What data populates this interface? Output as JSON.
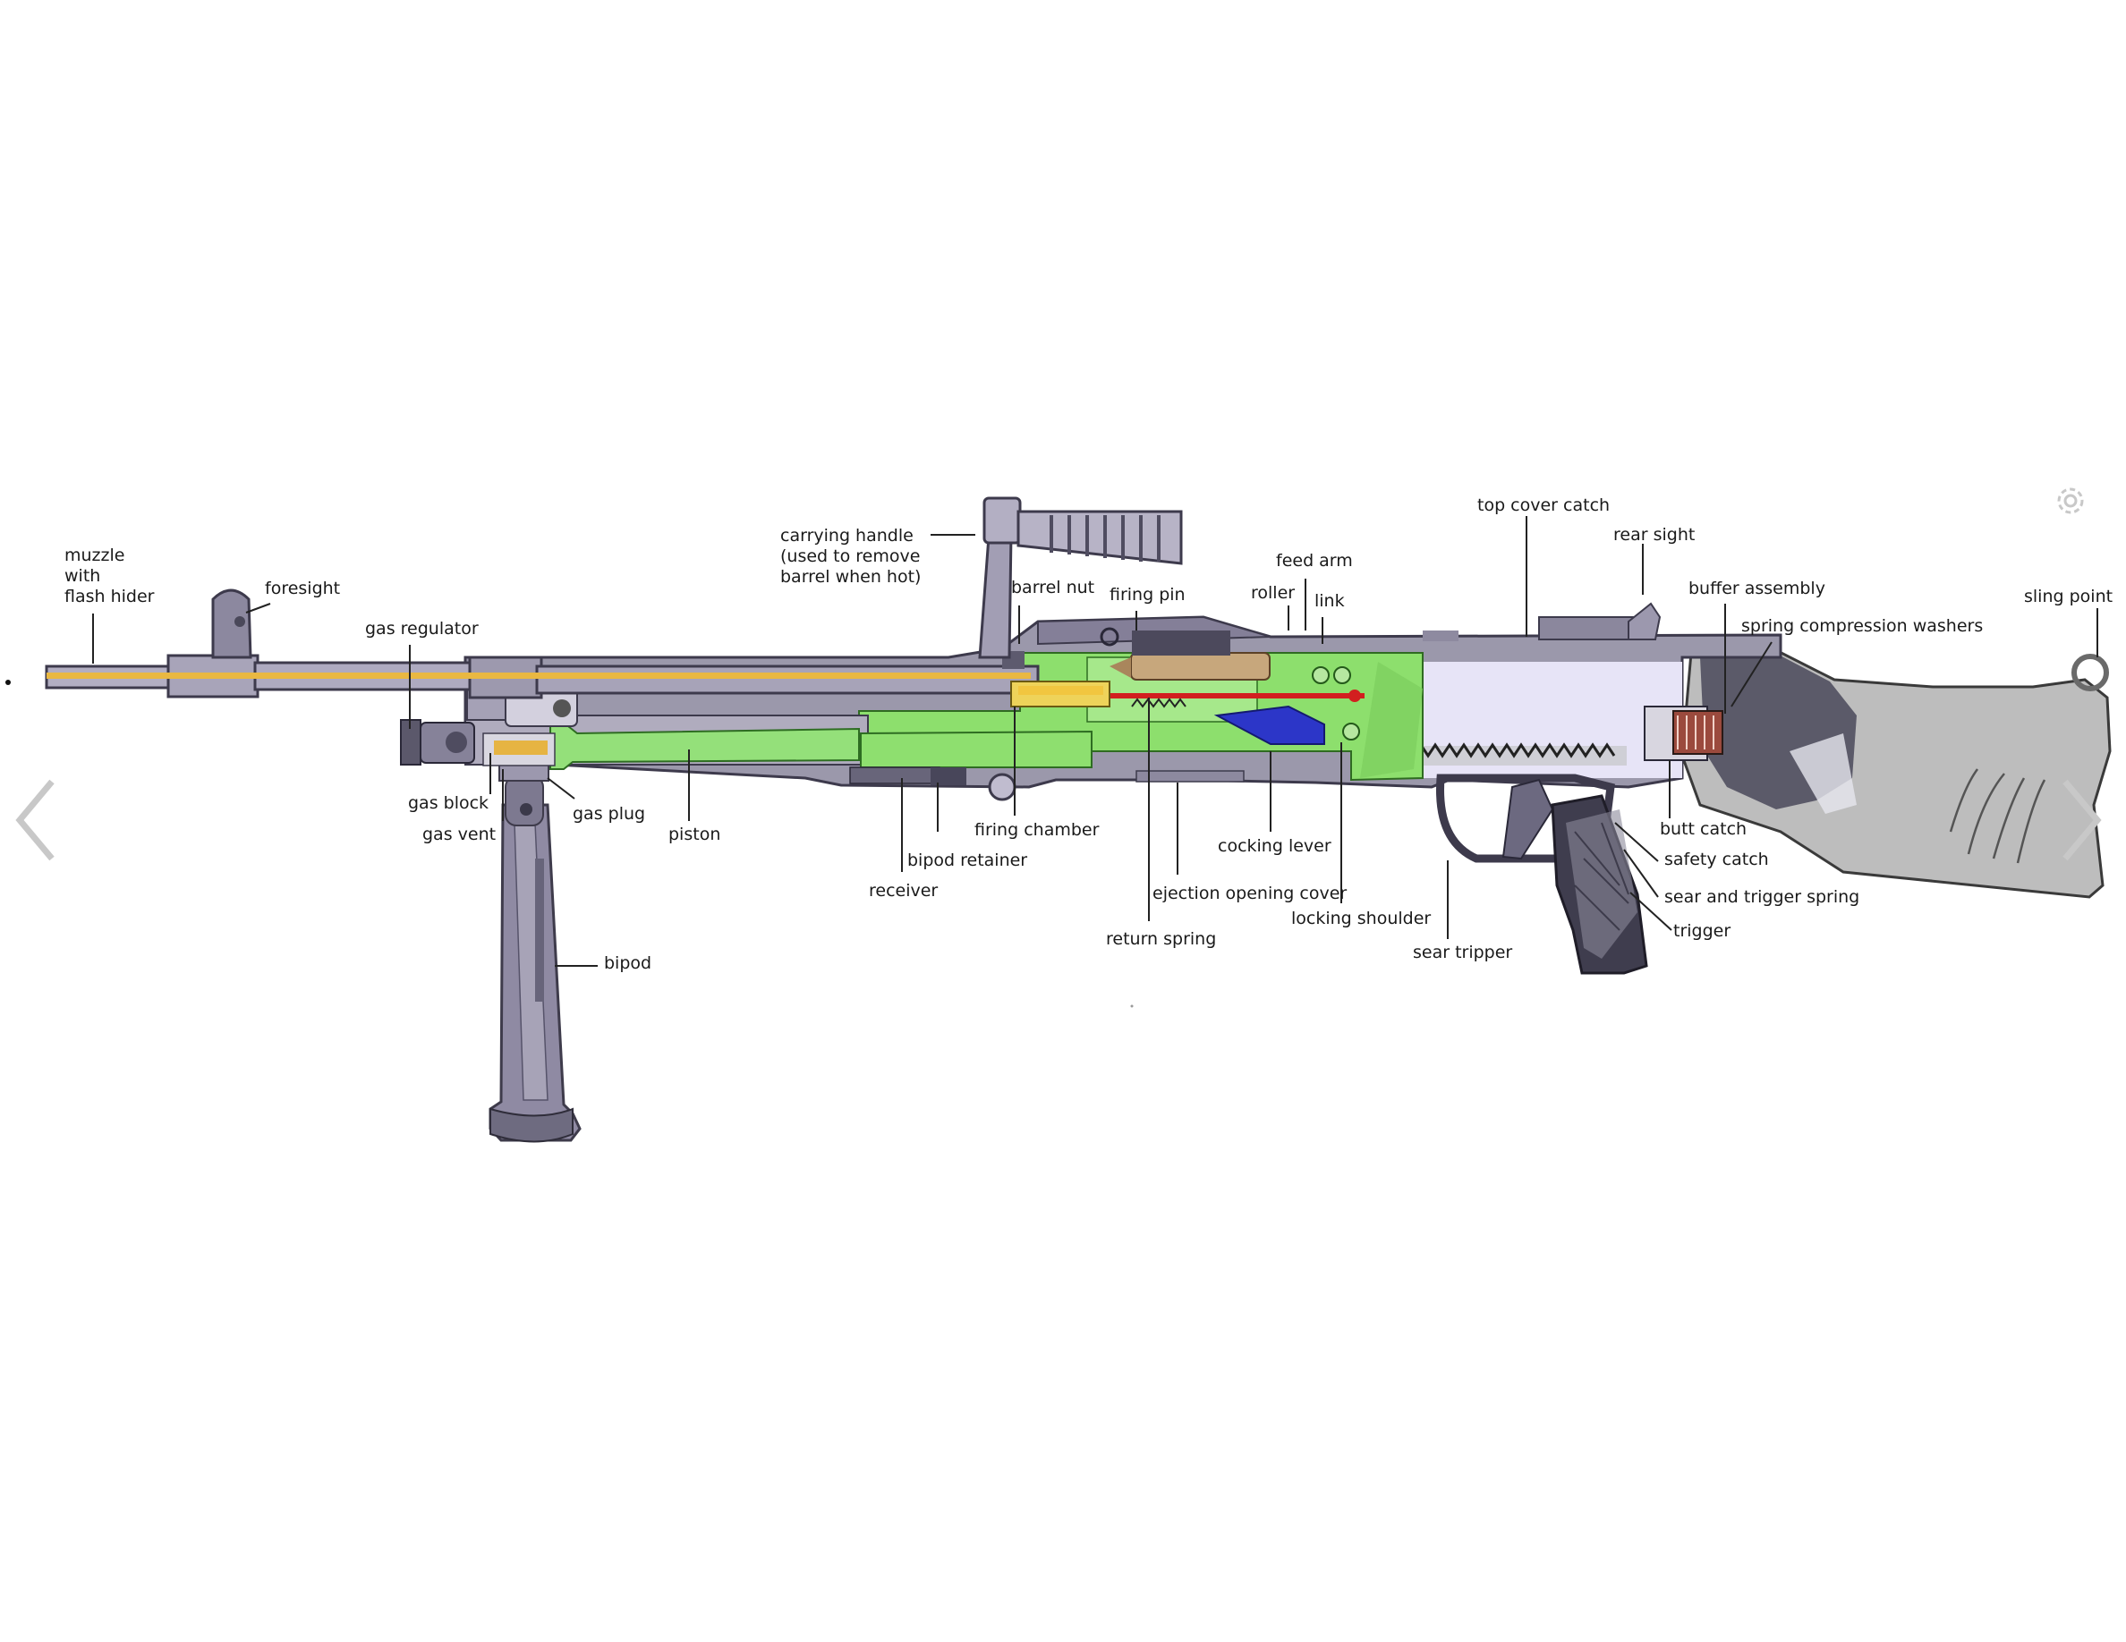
{
  "colors": {
    "barrel_gold": "#e9b842",
    "piston_green": "#8fdc73",
    "receiver_green": "#8edf6f",
    "metal": "#9a97a8",
    "metal_dark": "#5f5c6e",
    "firing_pin_red": "#d21f1f",
    "cocking_lever_blue": "#2c36c8",
    "lavender": "#e6e3f5",
    "stock_grey": "#b8b8b8"
  },
  "controls": {
    "prev_icon": "chevron-left-icon",
    "next_icon": "chevron-right-icon",
    "settings_icon": "gear-icon"
  },
  "labels": [
    {
      "id": "muzzle",
      "lines": [
        "muzzle",
        "with",
        "flash hider"
      ]
    },
    {
      "id": "foresight",
      "lines": [
        "foresight"
      ]
    },
    {
      "id": "gas-regulator",
      "lines": [
        "gas regulator"
      ]
    },
    {
      "id": "carrying-handle",
      "lines": [
        "carrying handle",
        "(used to remove",
        "barrel when hot)"
      ]
    },
    {
      "id": "barrel-nut",
      "lines": [
        "barrel nut"
      ]
    },
    {
      "id": "firing-pin",
      "lines": [
        "firing pin"
      ]
    },
    {
      "id": "feed-arm",
      "lines": [
        "feed arm"
      ]
    },
    {
      "id": "roller",
      "lines": [
        "roller"
      ]
    },
    {
      "id": "link",
      "lines": [
        "link"
      ]
    },
    {
      "id": "top-cover-catch",
      "lines": [
        "top cover catch"
      ]
    },
    {
      "id": "rear-sight",
      "lines": [
        "rear sight"
      ]
    },
    {
      "id": "buffer-assembly",
      "lines": [
        "buffer assembly"
      ]
    },
    {
      "id": "spring-compression-washers",
      "lines": [
        "spring compression washers"
      ]
    },
    {
      "id": "sling-point",
      "lines": [
        "sling point"
      ]
    },
    {
      "id": "gas-block",
      "lines": [
        "gas block"
      ]
    },
    {
      "id": "gas-vent",
      "lines": [
        "gas vent"
      ]
    },
    {
      "id": "gas-plug",
      "lines": [
        "gas plug"
      ]
    },
    {
      "id": "piston",
      "lines": [
        "piston"
      ]
    },
    {
      "id": "firing-chamber",
      "lines": [
        "firing chamber"
      ]
    },
    {
      "id": "bipod-retainer",
      "lines": [
        "bipod retainer"
      ]
    },
    {
      "id": "receiver",
      "lines": [
        "receiver"
      ]
    },
    {
      "id": "cocking-lever",
      "lines": [
        "cocking lever"
      ]
    },
    {
      "id": "ejection-opening-cover",
      "lines": [
        "ejection opening cover"
      ]
    },
    {
      "id": "return-spring",
      "lines": [
        "return spring"
      ]
    },
    {
      "id": "locking-shoulder",
      "lines": [
        "locking shoulder"
      ]
    },
    {
      "id": "sear-tripper",
      "lines": [
        "sear tripper"
      ]
    },
    {
      "id": "butt-catch",
      "lines": [
        "butt catch"
      ]
    },
    {
      "id": "safety-catch",
      "lines": [
        "safety catch"
      ]
    },
    {
      "id": "sear-and-trigger-spring",
      "lines": [
        "sear and trigger spring"
      ]
    },
    {
      "id": "trigger",
      "lines": [
        "trigger"
      ]
    },
    {
      "id": "bipod",
      "lines": [
        "bipod"
      ]
    }
  ]
}
